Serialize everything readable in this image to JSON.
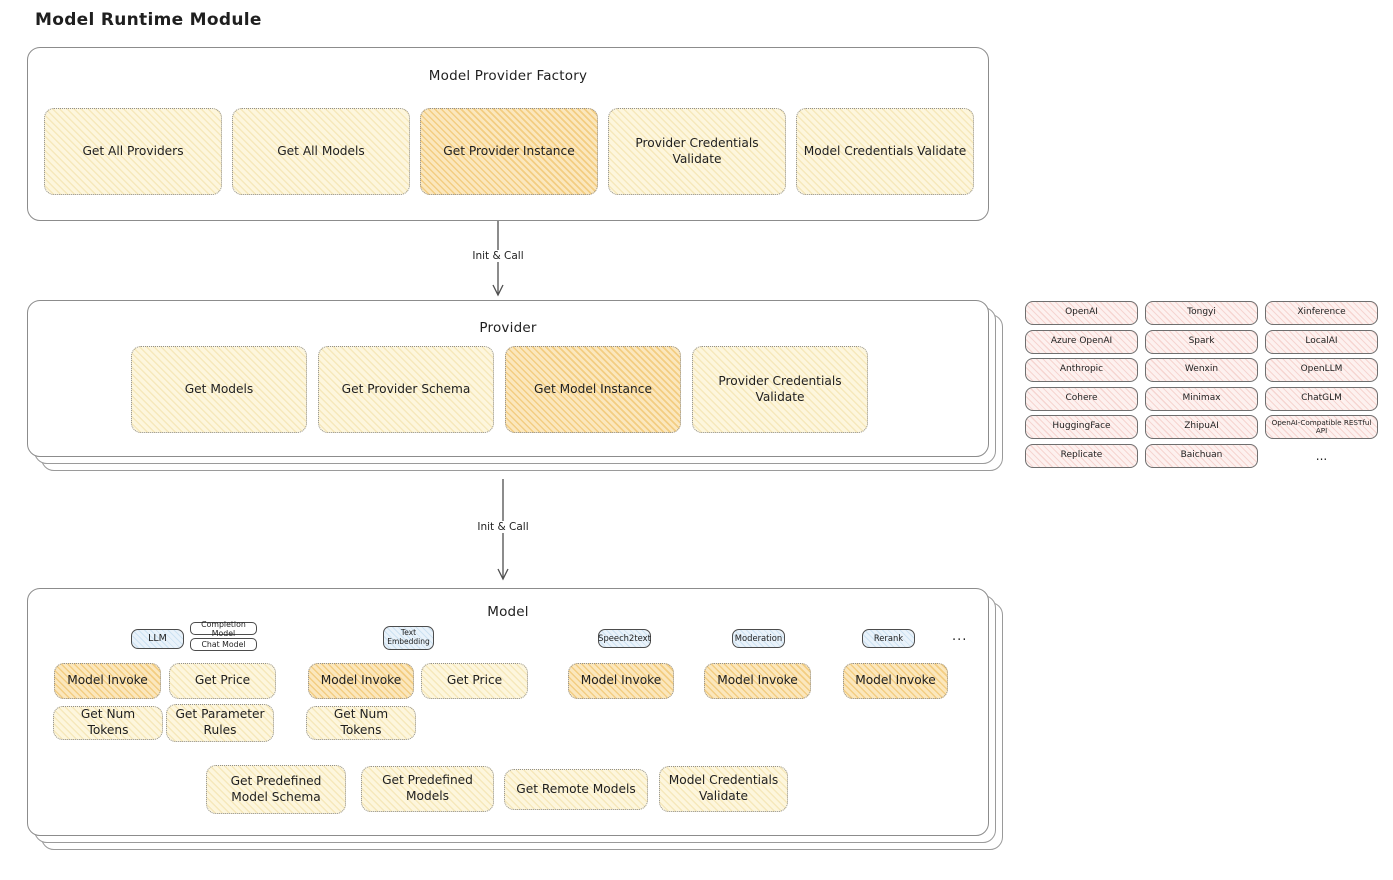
{
  "page_title": "Model Runtime Module",
  "factory": {
    "title": "Model Provider Factory",
    "boxes": [
      {
        "label": "Get All Providers"
      },
      {
        "label": "Get All Models"
      },
      {
        "label": "Get Provider Instance"
      },
      {
        "label": "Provider Credentials Validate"
      },
      {
        "label": "Model Credentials Validate"
      }
    ]
  },
  "arrow1": {
    "label": "Init & Call"
  },
  "arrow2": {
    "label": "Init & Call"
  },
  "provider": {
    "title": "Provider",
    "boxes": [
      {
        "label": "Get Models"
      },
      {
        "label": "Get Provider Schema"
      },
      {
        "label": "Get Model Instance"
      },
      {
        "label": "Provider Credentials Validate"
      }
    ]
  },
  "provider_list": {
    "items": [
      "OpenAI",
      "Tongyi",
      "Xinference",
      "Azure OpenAI",
      "Spark",
      "LocalAI",
      "Anthropic",
      "Wenxin",
      "OpenLLM",
      "Cohere",
      "Minimax",
      "ChatGLM",
      "HuggingFace",
      "ZhipuAI",
      "OpenAI-Compatible RESTful API",
      "Replicate",
      "Baichuan"
    ],
    "more": "..."
  },
  "model": {
    "title": "Model",
    "tabs": {
      "llm": "LLM",
      "completion": "Completion Model",
      "chat": "Chat Model",
      "text_embedding": "Text Embedding",
      "speech2text": "Speech2text",
      "moderation": "Moderation",
      "rerank": "Rerank",
      "more": "..."
    },
    "functions": {
      "model_invoke": "Model Invoke",
      "get_price": "Get Price",
      "get_num_tokens": "Get Num Tokens",
      "get_parameter_rules": "Get Parameter Rules",
      "get_predefined_model_schema": "Get Predefined Model Schema",
      "get_predefined_models": "Get Predefined Models",
      "get_remote_models": "Get Remote Models",
      "model_credentials_validate": "Model Credentials Validate"
    }
  },
  "colors": {
    "node_yellow": "#fdf6dd",
    "node_yellow_hatch": "#f6e8bb",
    "node_orange": "#fbe7bd",
    "node_orange_hatch": "#f3cd82",
    "provider_pink": "#fdf1ef",
    "provider_pink_hatch": "#f6d5d1",
    "tab_blue": "#e9f2fa",
    "tab_blue_hatch": "#cde2f2",
    "container_border": "#8c8c8c",
    "text": "#1f1f1f"
  }
}
